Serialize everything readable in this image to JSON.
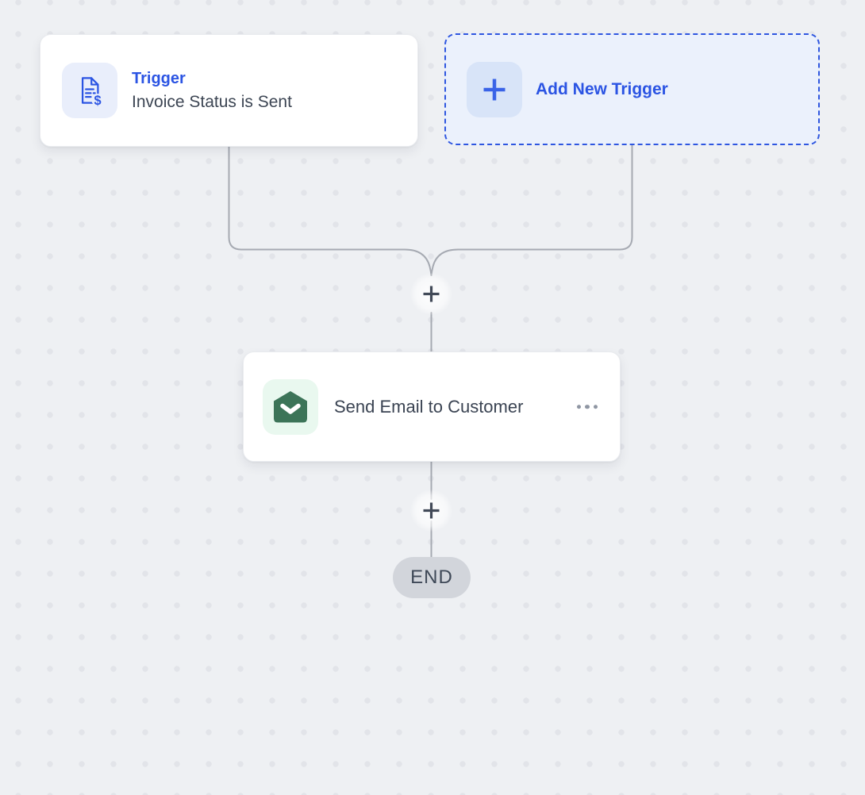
{
  "colors": {
    "accent_blue": "#2B54E3",
    "canvas_bg": "#EEF0F3",
    "dot_color": "#E2E4E9",
    "card_bg": "#FFFFFF",
    "add_card_bg": "#EBF1FC",
    "add_card_border": "#2E56E0",
    "add_icon_bg": "#D8E4F8",
    "trigger_icon_bg": "#E9EEFB",
    "email_icon_bg": "#E9F8EF",
    "email_green": "#3C7458",
    "connector_gray": "#A6AAB2",
    "plus_dark": "#424A58",
    "end_pill_bg": "#D2D5DB",
    "end_text": "#3E4857",
    "subtitle_text": "#3C4553",
    "action_text": "#3A4352",
    "menu_dot": "#8F96A3"
  },
  "nodes": {
    "trigger": {
      "title": "Trigger",
      "subtitle": "Invoice Status is Sent",
      "icon": "invoice-dollar-icon"
    },
    "add_trigger": {
      "label": "Add New Trigger",
      "icon": "plus-icon"
    },
    "action": {
      "label": "Send Email to Customer",
      "icon": "envelope-open-icon",
      "menu": "ellipsis-icon"
    },
    "end": {
      "label": "END"
    }
  }
}
